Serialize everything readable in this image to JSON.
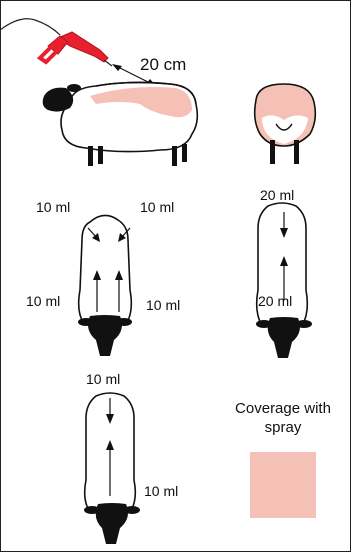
{
  "distance_label": "20 cm",
  "diagrams": {
    "four_spot": {
      "top_left": "10 ml",
      "top_right": "10 ml",
      "bottom_left": "10 ml",
      "bottom_right": "10 ml"
    },
    "two_spot_rear": {
      "top": "20 ml",
      "bottom": "20 ml"
    },
    "two_spot_line": {
      "top": "10 ml",
      "bottom": "10 ml"
    }
  },
  "legend": {
    "line1": "Coverage with",
    "line2": "spray",
    "color": "#f5c0b6"
  },
  "colors": {
    "gun": "#e8202e",
    "spray": "#f5c0b6",
    "outline": "#111111"
  }
}
